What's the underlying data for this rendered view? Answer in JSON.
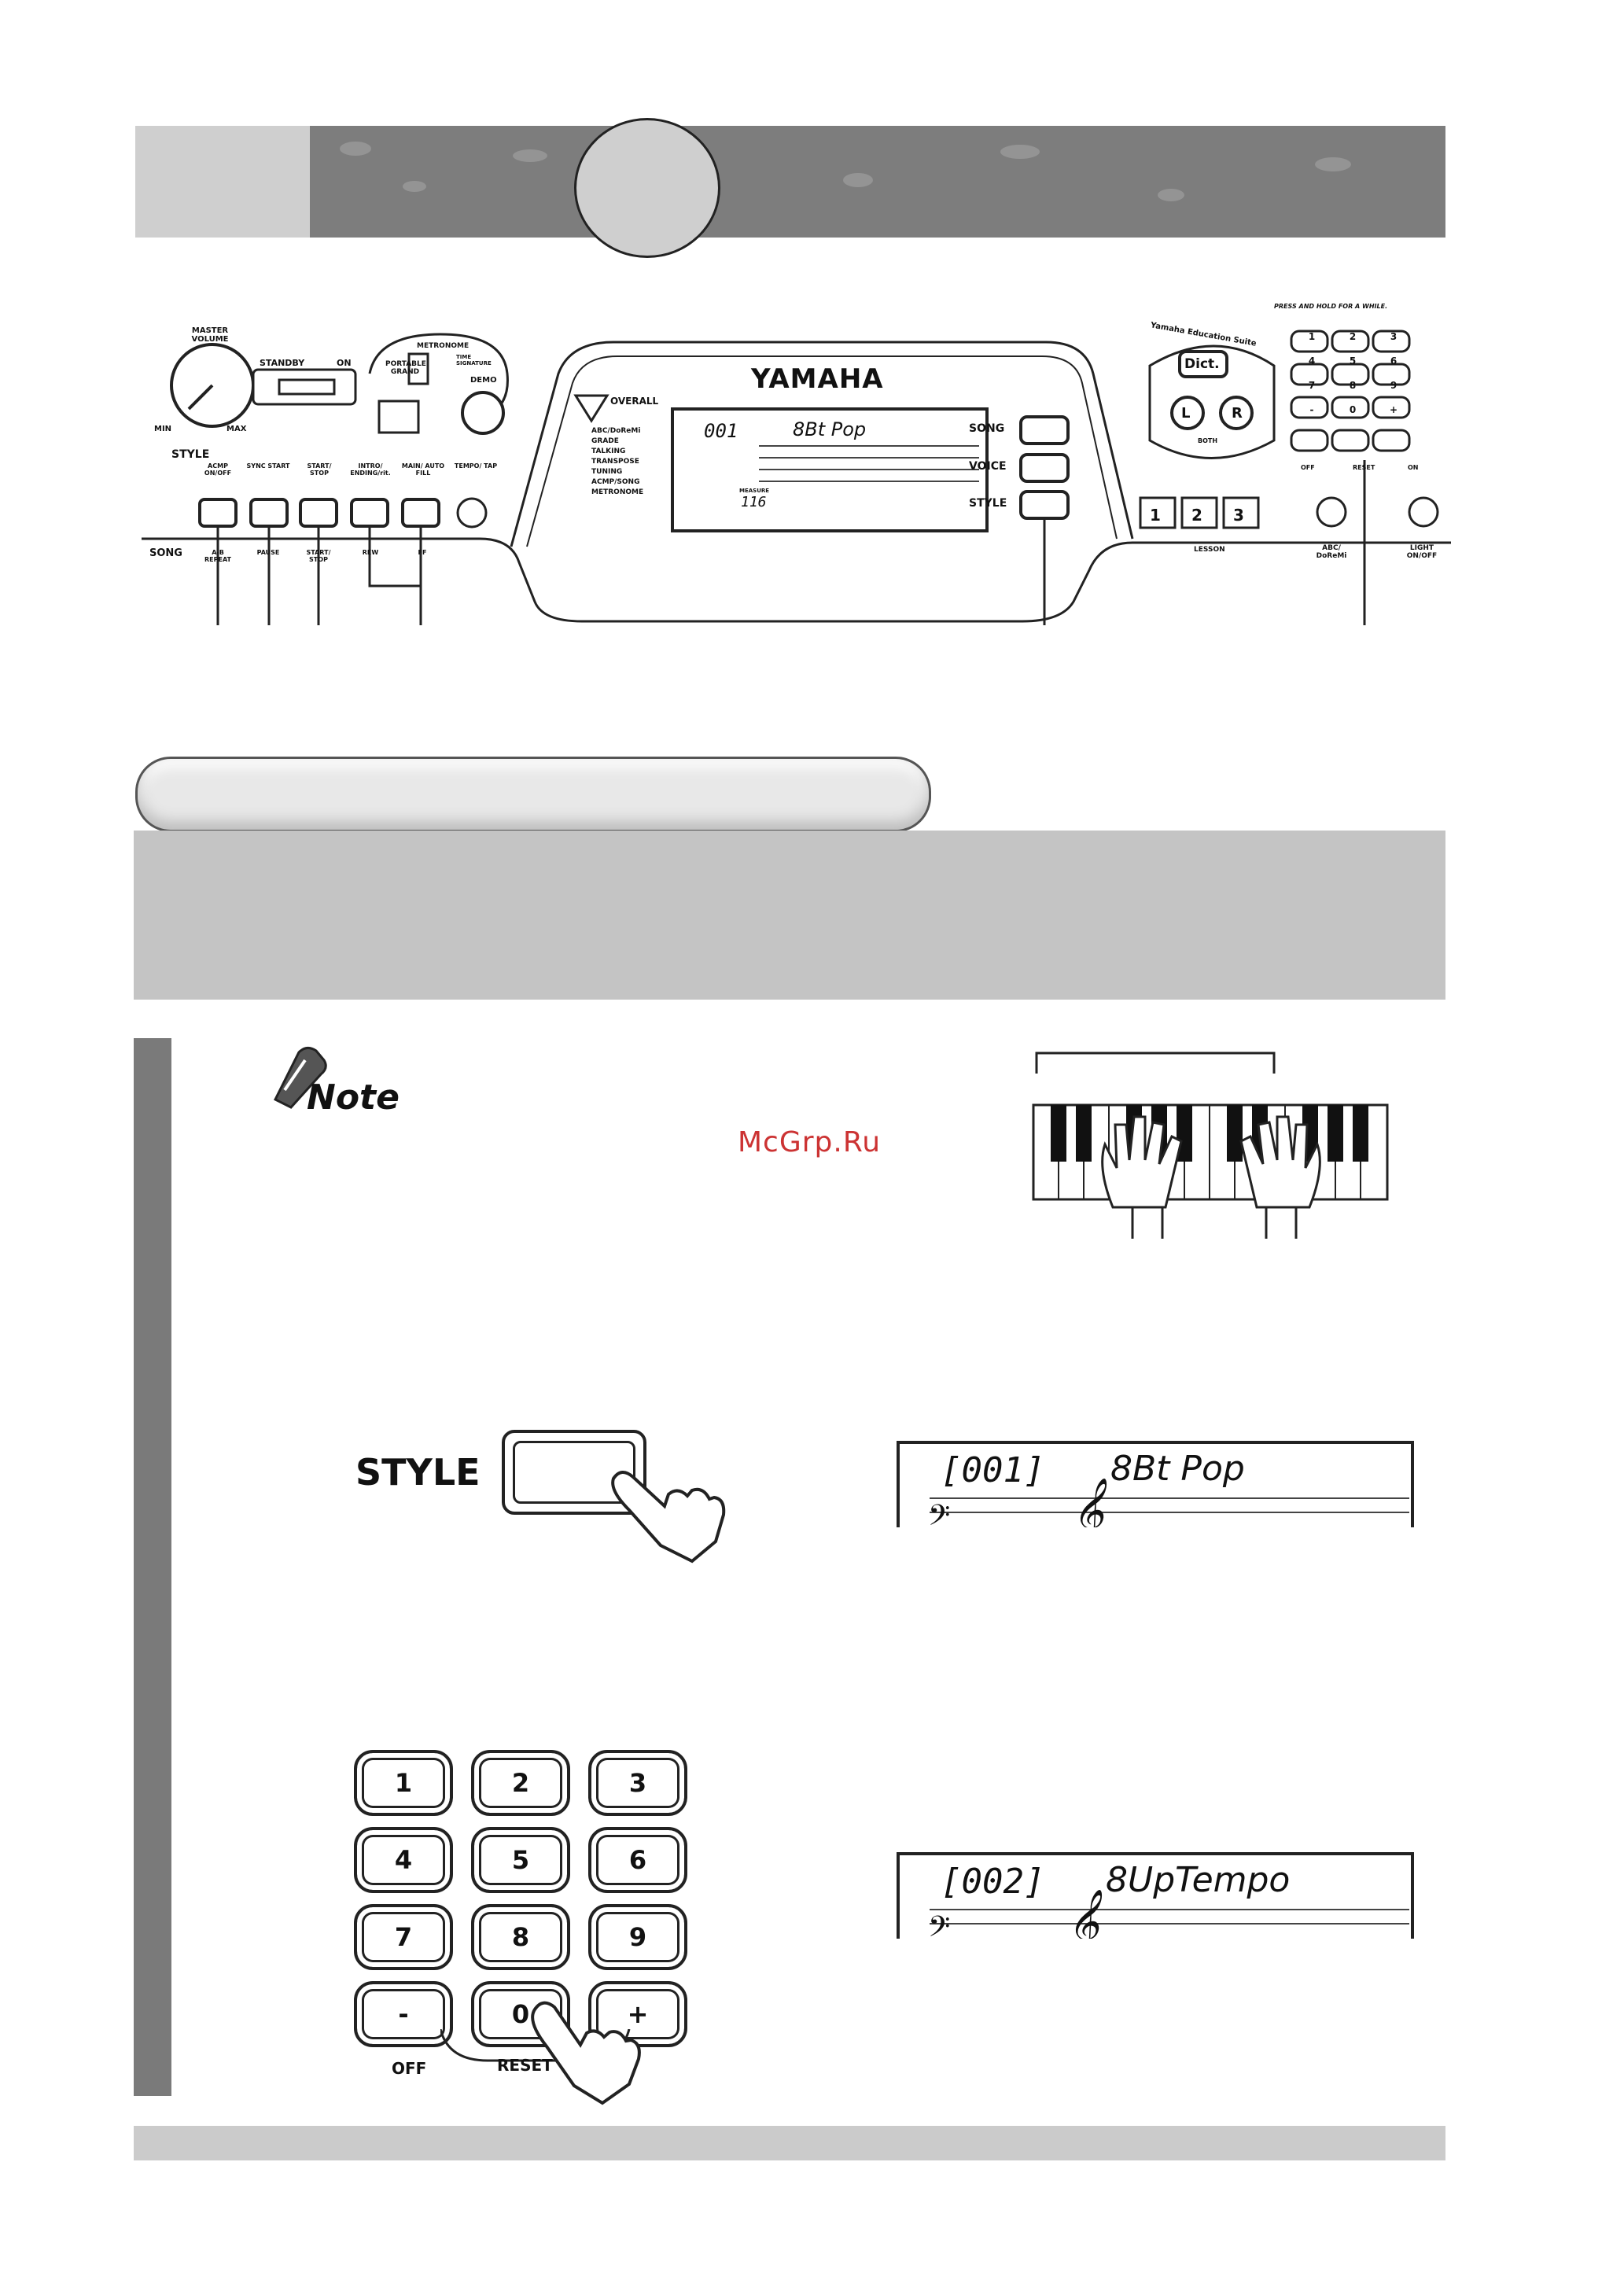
{
  "panel": {
    "master_volume_label": "MASTER VOLUME",
    "min_label": "MIN",
    "max_label": "MAX",
    "standby_label": "STANDBY",
    "on_label": "ON",
    "metronome_label": "METRONOME",
    "time_signature_label": "TIME SIGNATURE",
    "portable_grand_label": "PORTABLE GRAND",
    "demo_label": "DEMO",
    "brand": "YAMAHA",
    "overall_label": "OVERALL",
    "menu_items": [
      "ABC/DoReMi",
      "GRADE",
      "TALKING",
      "TRANSPOSE",
      "TUNING",
      "ACMP/SONG",
      "METRONOME"
    ],
    "lcd_number": "001",
    "lcd_name": "8Bt Pop",
    "lcd_measure_label": "MEASURE",
    "lcd_measure_value": "116",
    "mode_buttons": [
      "SONG",
      "VOICE",
      "STYLE"
    ],
    "style_row_label": "STYLE",
    "style_buttons": [
      "ACMP ON/OFF",
      "SYNC START",
      "START/ STOP",
      "INTRO/ ENDING/rit.",
      "MAIN/ AUTO FILL",
      "TEMPO/ TAP"
    ],
    "song_row_label": "SONG",
    "song_buttons": [
      "A-B REPEAT",
      "PAUSE",
      "START/ STOP",
      "REW",
      "FF"
    ],
    "press_hold_note": "PRESS AND HOLD FOR A WHILE.",
    "education_suite_label": "Yamaha Education Suite",
    "dict_label": "Dict.",
    "left_label": "L",
    "right_label": "R",
    "both_label": "BOTH",
    "lesson_buttons": [
      "1",
      "2",
      "3"
    ],
    "lesson_label": "LESSON",
    "abc_label": "ABC/ DoReMi",
    "light_label": "LIGHT ON/OFF",
    "keypad": [
      "1",
      "2",
      "3",
      "4",
      "5",
      "6",
      "7",
      "8",
      "9",
      "-",
      "0",
      "+"
    ],
    "off_label": "OFF",
    "reset_label": "RESET",
    "on_small_label": "ON"
  },
  "note_label": "Note",
  "watermark": "McGrp.Ru",
  "step1": {
    "style_button_label": "STYLE",
    "lcd_number": "001",
    "lcd_name": "8Bt Pop"
  },
  "step2": {
    "keypad": [
      "1",
      "2",
      "3",
      "4",
      "5",
      "6",
      "7",
      "8",
      "9",
      "-",
      "0",
      "+"
    ],
    "off_label": "OFF",
    "reset_label": "RESET",
    "lcd_number": "002",
    "lcd_name": "8UpTempo"
  }
}
